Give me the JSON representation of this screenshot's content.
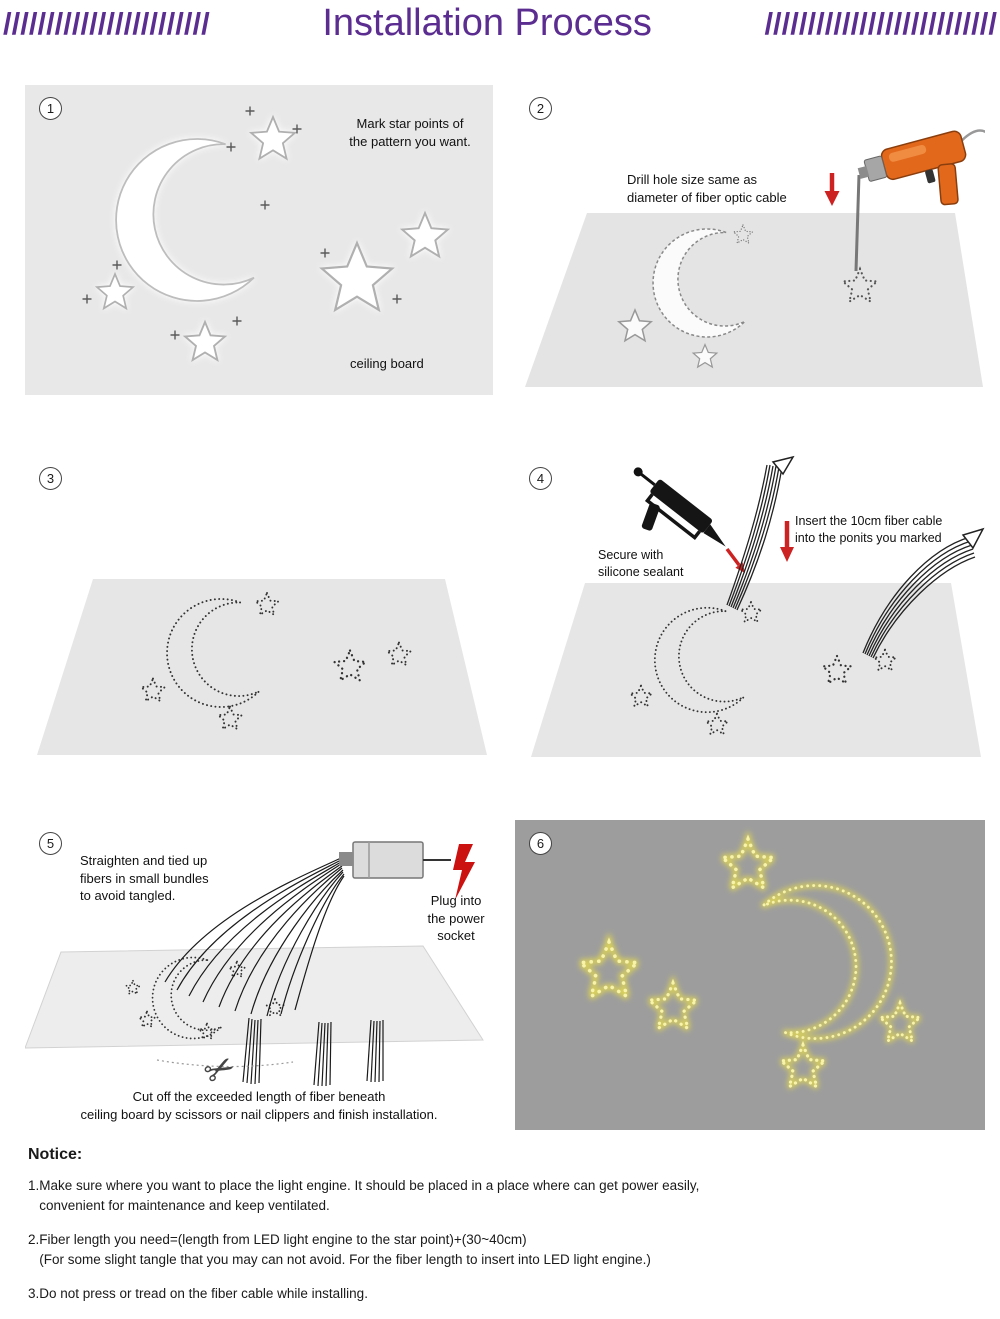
{
  "header": {
    "slashes_left": "////////////////////////",
    "title": "Installation Process",
    "slashes_right": "///////////////////////////"
  },
  "colors": {
    "accent": "#5c2d91",
    "panel-bg": "#e8e8e8",
    "dark-panel-bg": "#9d9d9d",
    "board-gray": "#e6e6e6",
    "glow-yellow": "#efe87e",
    "alert-red": "#cc2222",
    "drill-orange": "#e2691c"
  },
  "steps": [
    {
      "number": "1",
      "instruction": "Mark star points of\nthe pattern you want.",
      "caption": "ceiling board"
    },
    {
      "number": "2",
      "instruction": "Drill hole size same as\ndiameter of fiber optic cable"
    },
    {
      "number": "3"
    },
    {
      "number": "4",
      "label_sealant": "Secure with\nsilicone sealant",
      "label_insert": "Insert the 10cm fiber cable\ninto the ponits you marked"
    },
    {
      "number": "5",
      "instruction": "Straighten and tied up\nfibers in small bundles\nto avoid tangled.",
      "label_plug": "Plug into\nthe power\nsocket",
      "caption": "Cut off the exceeded length of fiber beneath\nceiling board by scissors or nail clippers and finish installation."
    },
    {
      "number": "6"
    }
  ],
  "notice": {
    "title": "Notice:",
    "items": [
      "1.Make sure where you want to place the light engine. It should be placed in a place where can get power easily,\n   convenient for maintenance and keep ventilated.",
      "2.Fiber length you need=(length from LED light engine to the star point)+(30~40cm)\n   (For some slight tangle that you may can not avoid. For the fiber length to insert into LED light engine.)",
      "3.Do not press or tread on the fiber cable while installing."
    ]
  }
}
